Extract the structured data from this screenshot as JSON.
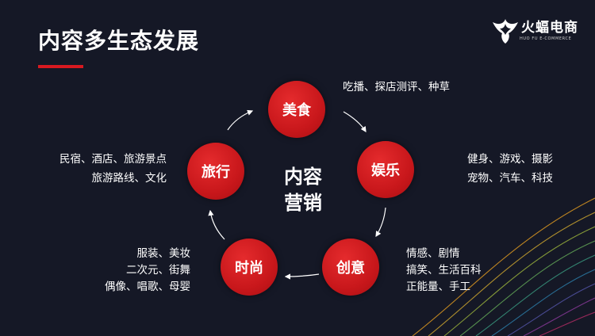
{
  "title": "内容多生态发展",
  "logo": {
    "name": "火蝠电商",
    "subtitle": "HUO FU E-COMMERCE"
  },
  "center": {
    "line1": "内容",
    "line2": "营销"
  },
  "nodes": {
    "food": {
      "label": "美食",
      "desc": [
        "吃播、探店测评、种草"
      ]
    },
    "entertainment": {
      "label": "娱乐",
      "desc": [
        "健身、游戏、摄影",
        "宠物、汽车、科技"
      ]
    },
    "creative": {
      "label": "创意",
      "desc": [
        "情感、剧情",
        "搞笑、生活百科",
        "正能量、手工"
      ]
    },
    "fashion": {
      "label": "时尚",
      "desc": [
        "服装、美妆",
        "二次元、街舞",
        "偶像、唱歌、母婴"
      ]
    },
    "travel": {
      "label": "旅行",
      "desc": [
        "民宿、酒店、旅游景点",
        "旅游路线、文化"
      ]
    }
  },
  "colors": {
    "background": "#151826",
    "accent": "#d71920"
  }
}
